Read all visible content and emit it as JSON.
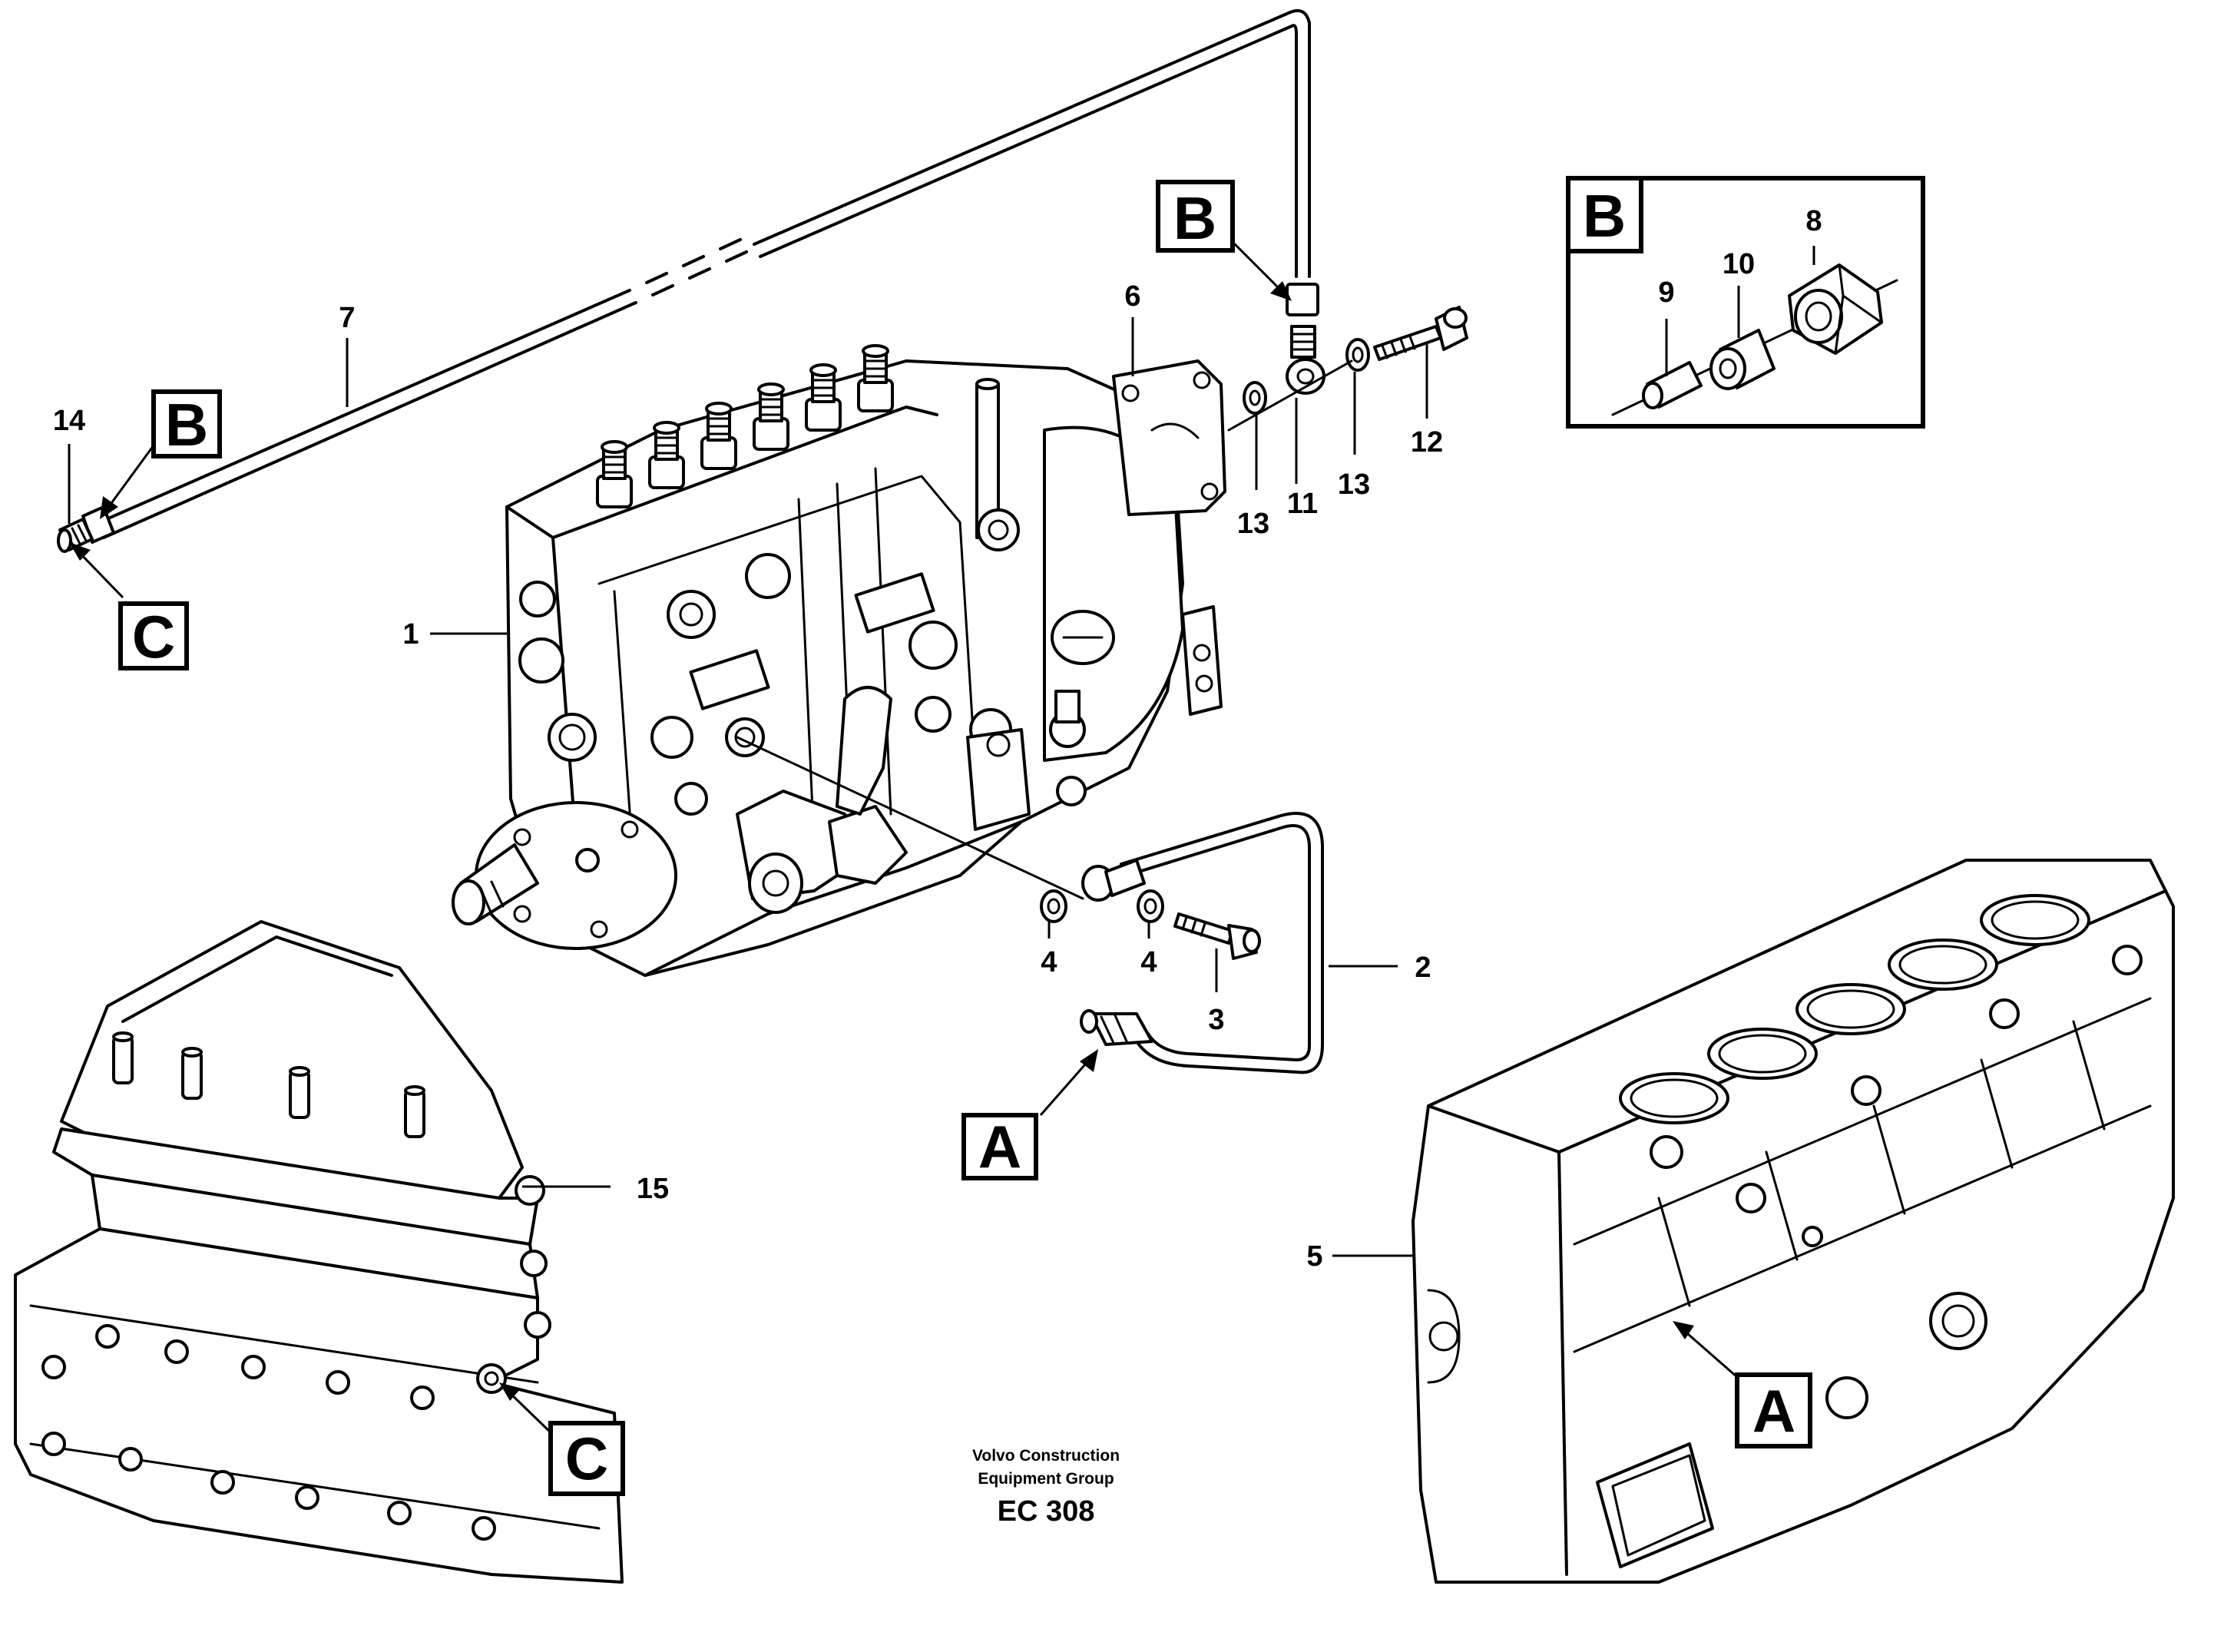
{
  "part_numbers": {
    "p1": "1",
    "p2": "2",
    "p3": "3",
    "p4a": "4",
    "p4b": "4",
    "p5": "5",
    "p6": "6",
    "p7": "7",
    "p8": "8",
    "p9": "9",
    "p10": "10",
    "p11": "11",
    "p12": "12",
    "p13a": "13",
    "p13b": "13",
    "p14": "14",
    "p15": "15"
  },
  "ref_labels": {
    "b_top": "B",
    "b_left": "B",
    "c_left": "C",
    "b_detail": "B",
    "a_mid": "A",
    "a_block": "A",
    "c_bottom": "C"
  },
  "footer": {
    "line1": "Volvo Construction",
    "line2": "Equipment Group",
    "code": "EC 308"
  }
}
